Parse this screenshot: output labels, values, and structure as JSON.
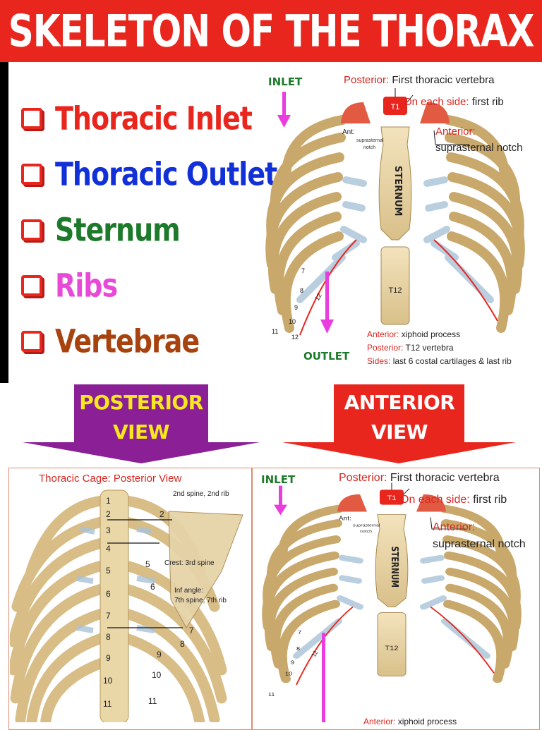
{
  "header": {
    "title": "SKELETON OF THE THORAX"
  },
  "topics": [
    {
      "label": "Thoracic Inlet",
      "color": "#e8261d"
    },
    {
      "label": "Thoracic Outlet",
      "color": "#1230d8"
    },
    {
      "label": "Sternum",
      "color": "#1d7a2a"
    },
    {
      "label": "Ribs",
      "color": "#e84ad8"
    },
    {
      "label": "Vertebrae",
      "color": "#a8420f"
    }
  ],
  "top_diagram": {
    "inlet": "INLET",
    "outlet": "OUTLET",
    "posterior_key": "Posterior:",
    "posterior_val": "First thoracic vertebra",
    "side_key": "On each side:",
    "side_val": "first rib",
    "anterior_key": "Anterior:",
    "anterior_val": "suprasternal notch",
    "t1": "T1",
    "ant": "Ant:",
    "notch1": "suprasternal",
    "notch2": "notch",
    "sternum": "STERNUM",
    "t12": "T12",
    "rib7": "7",
    "rib8": "8",
    "rib9": "9",
    "rib10": "10",
    "rib11": "11",
    "rib12": "12",
    "rib12b": "12",
    "out_ant_key": "Anterior:",
    "out_ant_val": "xiphoid process",
    "out_post_key": "Posterior:",
    "out_post_val": "T12 vertebra",
    "out_side_key": "Sides:",
    "out_side_val": "last 6 costal cartilages & last rib"
  },
  "views": {
    "posterior": {
      "line1": "POSTERIOR",
      "line2": "VIEW",
      "color": "#8a1f96",
      "text_color": "#f5e81c"
    },
    "anterior": {
      "line1": "ANTERIOR",
      "line2": "VIEW",
      "color": "#e8261d",
      "text_color": "#ffffff"
    }
  },
  "posterior_panel": {
    "title": "Thoracic Cage: Posterior View",
    "spine2": "2nd spine, 2nd rib",
    "crest": "Crest: 3rd spine",
    "inf1": "Inf angle:",
    "inf2": "7th spine, 7th rib",
    "nums_left": [
      "1",
      "2",
      "3",
      "4",
      "5",
      "6",
      "7",
      "8",
      "9",
      "10",
      "11"
    ],
    "nums_right": [
      "2",
      "5",
      "6",
      "7",
      "8",
      "9",
      "10",
      "11"
    ]
  },
  "anterior_panel": {
    "inlet": "INLET",
    "posterior_key": "Posterior:",
    "posterior_val": "First thoracic vertebra",
    "side_key": "On each side:",
    "side_val": "first rib",
    "anterior_key": "Anterior:",
    "anterior_val": "suprasternal notch",
    "t1": "T1",
    "ant": "Ant:",
    "notch1": "suprasternal",
    "notch2": "notch",
    "sternum": "STERNUM",
    "t12": "T12",
    "rib7": "7",
    "rib8": "8",
    "rib9": "9",
    "rib10": "10",
    "rib11": "11",
    "rib12": "12",
    "cut_key": "Anterior:",
    "cut_val": "xiphoid process"
  }
}
